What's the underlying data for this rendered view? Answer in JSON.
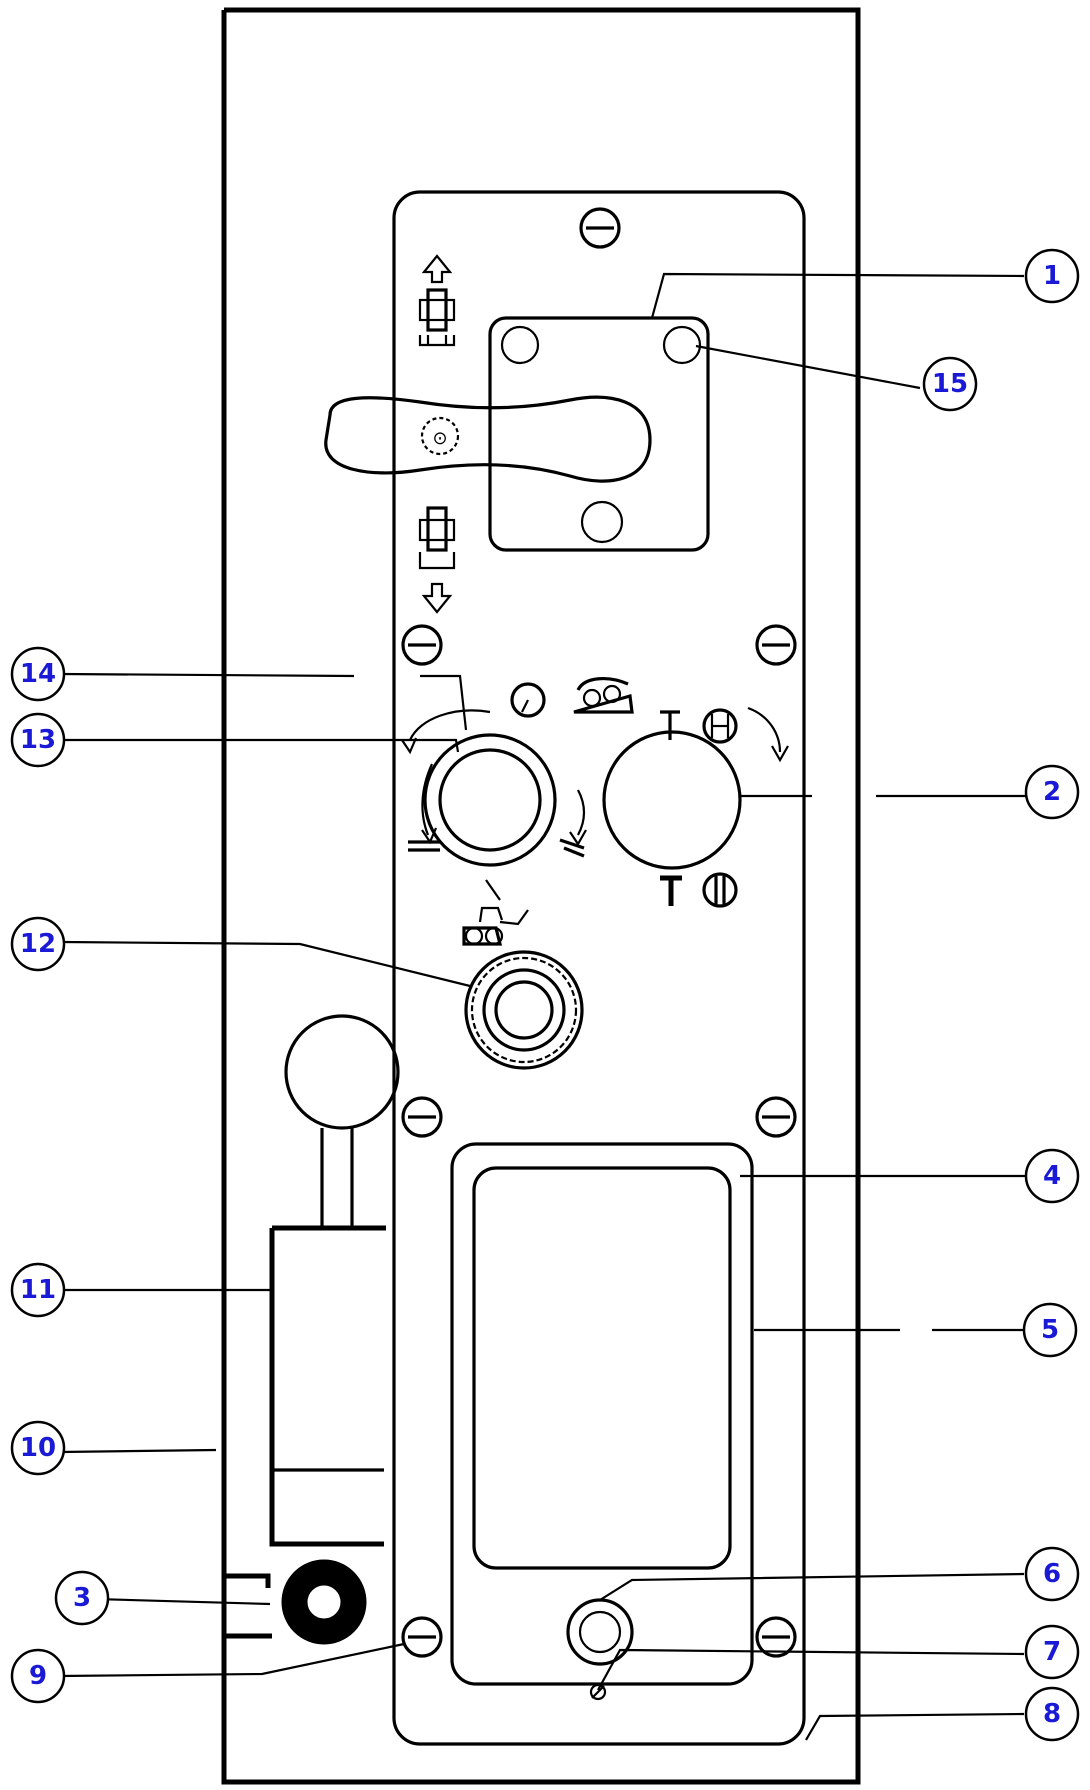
{
  "callouts": [
    {
      "id": "1",
      "label": "1"
    },
    {
      "id": "2",
      "label": "2"
    },
    {
      "id": "3",
      "label": "3"
    },
    {
      "id": "4",
      "label": "4"
    },
    {
      "id": "5",
      "label": "5"
    },
    {
      "id": "6",
      "label": "6"
    },
    {
      "id": "7",
      "label": "7"
    },
    {
      "id": "8",
      "label": "8"
    },
    {
      "id": "9",
      "label": "9"
    },
    {
      "id": "10",
      "label": "10"
    },
    {
      "id": "11",
      "label": "11"
    },
    {
      "id": "12",
      "label": "12"
    },
    {
      "id": "13",
      "label": "13"
    },
    {
      "id": "14",
      "label": "14"
    },
    {
      "id": "15",
      "label": "15"
    }
  ],
  "colors": {
    "callout_text": "#1a1ad6",
    "line": "#000000",
    "background": "#ffffff"
  }
}
